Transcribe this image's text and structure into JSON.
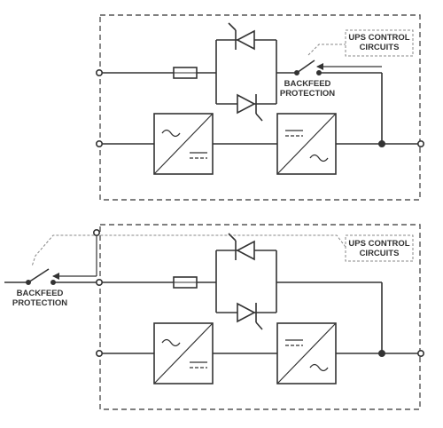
{
  "diagram": {
    "top": {
      "ups_label_line1": "UPS CONTROL",
      "ups_label_line2": "CIRCUITS",
      "backfeed_label_line1": "BACKFEED",
      "backfeed_label_line2": "PROTECTION"
    },
    "bottom": {
      "ups_label_line1": "UPS CONTROL",
      "ups_label_line2": "CIRCUITS",
      "backfeed_label_line1": "BACKFEED",
      "backfeed_label_line2": "PROTECTION"
    },
    "colors": {
      "line": "#333333",
      "dashed_border": "#555555",
      "control_dashed": "#888888",
      "background": "#ffffff"
    },
    "symbols": {
      "rectifier_block": "ac-to-dc-converter",
      "inverter_block": "dc-to-ac-converter",
      "static_switch": "antiparallel-thyristors",
      "bypass_device": "fuse",
      "backfeed_device": "open-switch-contact"
    }
  }
}
